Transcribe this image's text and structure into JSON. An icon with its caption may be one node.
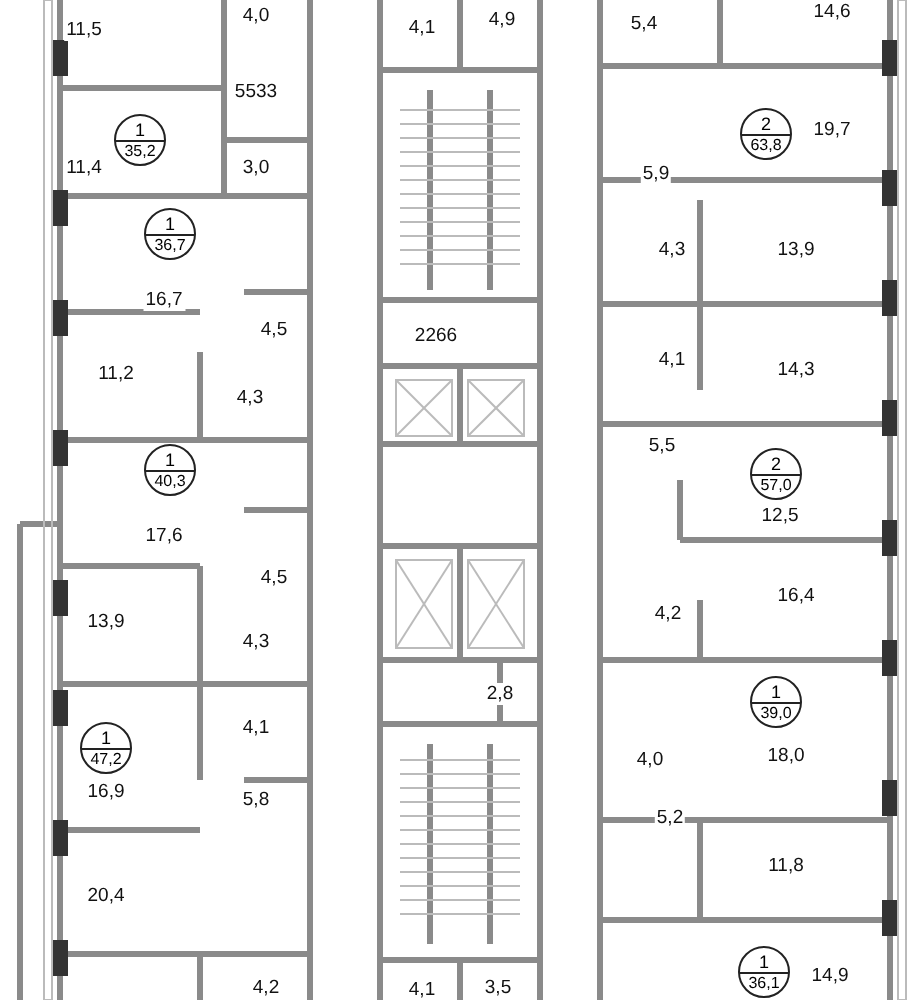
{
  "diagram": {
    "nodes": [
      {
        "text": [
          "1",
          "35,2"
        ]
      },
      {
        "text": [
          "2",
          "63,8"
        ]
      },
      {
        "text": [
          "1",
          "36,7"
        ]
      },
      {
        "text": [
          "1",
          "40,3"
        ]
      },
      {
        "text": [
          "2",
          "57,0"
        ]
      },
      {
        "text": [
          "1",
          "39,0"
        ]
      },
      {
        "text": [
          "1",
          "47,2"
        ]
      },
      {
        "text": [
          "1",
          "36,1"
        ]
      }
    ],
    "labels": [
      "14,6",
      "4,0",
      "4,9",
      "5,4",
      "4,1",
      "11,5",
      "5533",
      "19,7",
      "11,4",
      "3,0",
      "5,9",
      "4,3",
      "13,9",
      "16,7",
      "4,5",
      "2266",
      "4,1",
      "14,3",
      "11,2",
      "4,3",
      "5,5",
      "12,5",
      "17,6",
      "4,5",
      "16,4",
      "4,2",
      "13,9",
      "4,3",
      "2,8",
      "4,1",
      "18,0",
      "4,0",
      "16,9",
      "5,8",
      "5,2",
      "11,8",
      "20,4",
      "14,9",
      "4,2",
      "3,5",
      "4,1"
    ]
  }
}
